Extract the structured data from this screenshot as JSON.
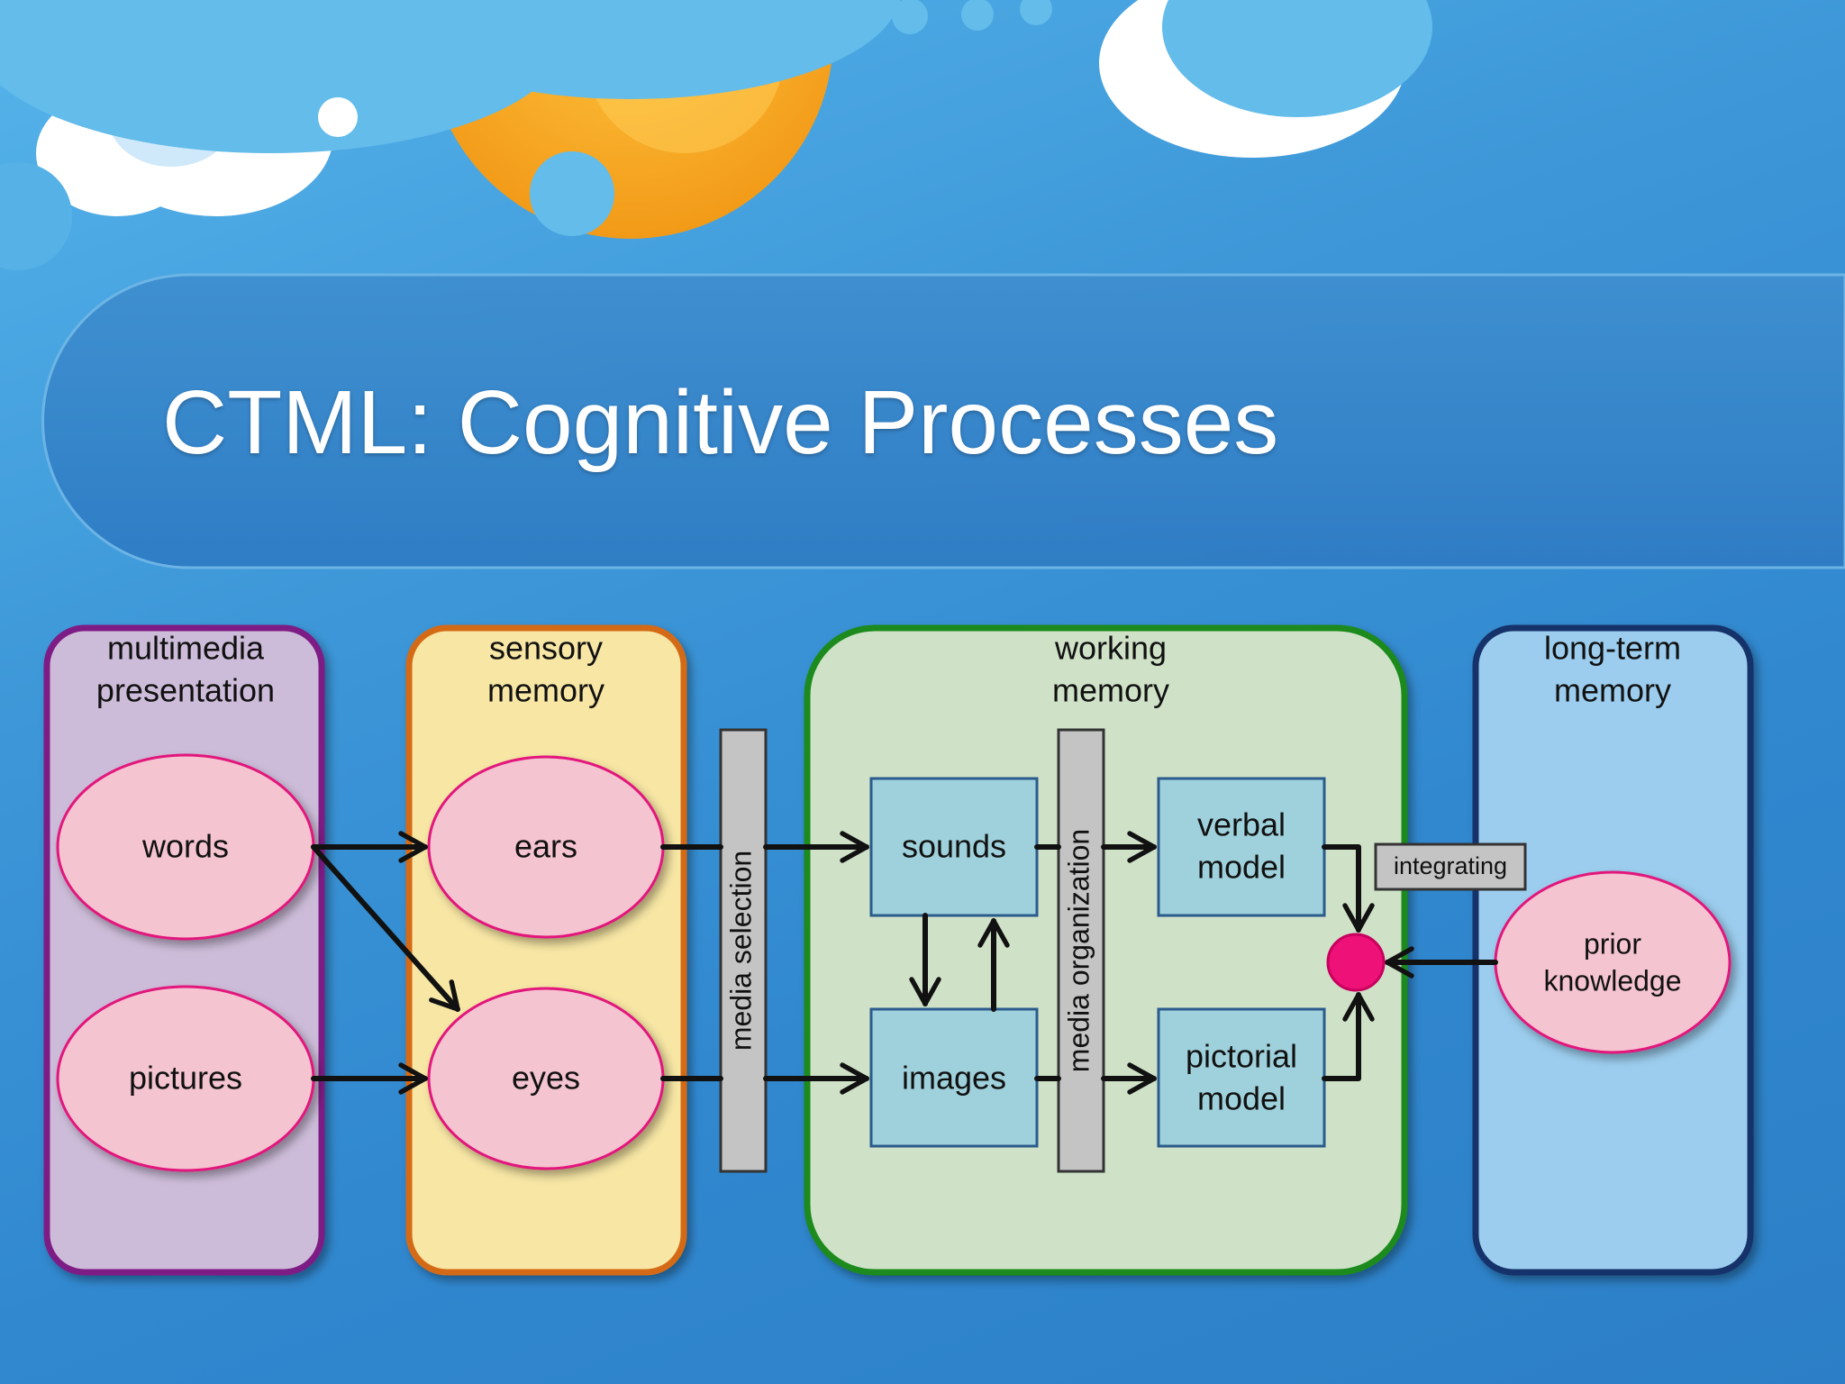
{
  "slide": {
    "title": "CTML: Cognitive Processes"
  },
  "diagram": {
    "columns": {
      "multimedia": {
        "line1": "multimedia",
        "line2": "presentation"
      },
      "sensory": {
        "line1": "sensory",
        "line2": "memory"
      },
      "working": {
        "line1": "working",
        "line2": "memory"
      },
      "longterm": {
        "line1": "long-term",
        "line2": "memory"
      }
    },
    "nodes": {
      "words": "words",
      "pictures": "pictures",
      "ears": "ears",
      "eyes": "eyes",
      "sounds": "sounds",
      "images": "images",
      "verbal_line1": "verbal",
      "verbal_line2": "model",
      "pictorial_line1": "pictorial",
      "pictorial_line2": "model",
      "prior_line1": "prior",
      "prior_line2": "knowledge"
    },
    "processes": {
      "media_selection": "media selection",
      "media_organization": "media organization",
      "integrating": "integrating"
    },
    "colors": {
      "multimedia_fill": "#cdbcd9",
      "multimedia_border": "#7e1f86",
      "sensory_fill": "#f7e6a4",
      "sensory_border": "#d46b16",
      "working_fill": "#cfe2c8",
      "working_border": "#1c8a1c",
      "longterm_fill": "#9ccdee",
      "longterm_border": "#15316b",
      "ellipse_fill": "#f4c4d0",
      "ellipse_border": "#e2187c",
      "box_fill": "#9fd1dc",
      "box_border": "#2b5b8c",
      "bar_fill": "#c4c4c4",
      "integration_dot": "#ee1177"
    }
  }
}
